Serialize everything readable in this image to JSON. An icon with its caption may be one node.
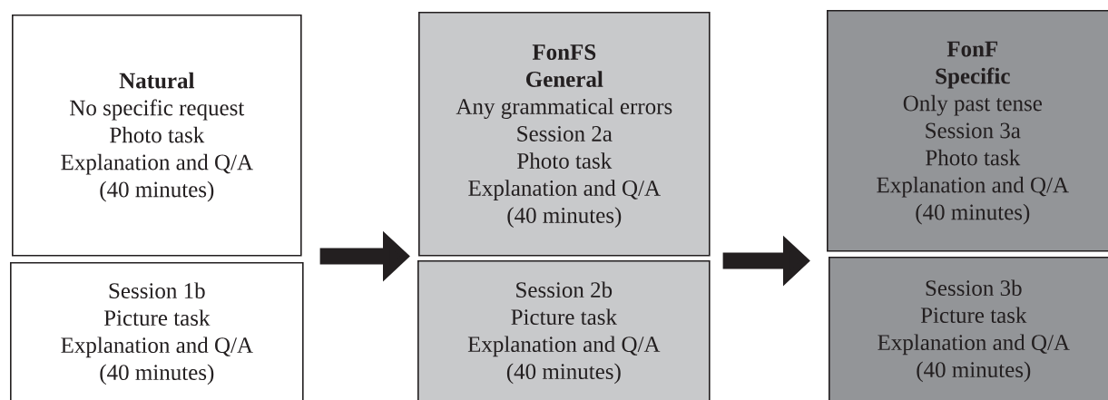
{
  "diagram": {
    "nodes": [
      {
        "text": [
          "Natural",
          "No specific request",
          "Photo task",
          "Explanation and Q/A",
          "(40 minutes)"
        ]
      },
      {
        "text": [
          "Session 1b",
          "Picture task",
          "Explanation and Q/A",
          "(40 minutes)"
        ]
      },
      {
        "text": [
          "FonFS General",
          "Any grammatical errors",
          "Session 2a",
          "Photo task",
          "Explanation and Q/A",
          "(40 minutes)"
        ]
      },
      {
        "text": [
          "Session 2b",
          "Picture task",
          "Explanation and Q/A",
          "(40 minutes)"
        ]
      },
      {
        "text": [
          "FonF Specific",
          "Only past tense",
          "Session 3a",
          "Photo task",
          "Explanation and Q/A",
          "(40 minutes)"
        ]
      },
      {
        "text": [
          "Session 3b",
          "Picture task",
          "Explanation and Q/A",
          "(40 minutes)"
        ]
      }
    ],
    "edges": [
      {
        "from": 0,
        "to": 2,
        "arrow": "to"
      },
      {
        "from": 2,
        "to": 4,
        "arrow": "to"
      }
    ]
  }
}
